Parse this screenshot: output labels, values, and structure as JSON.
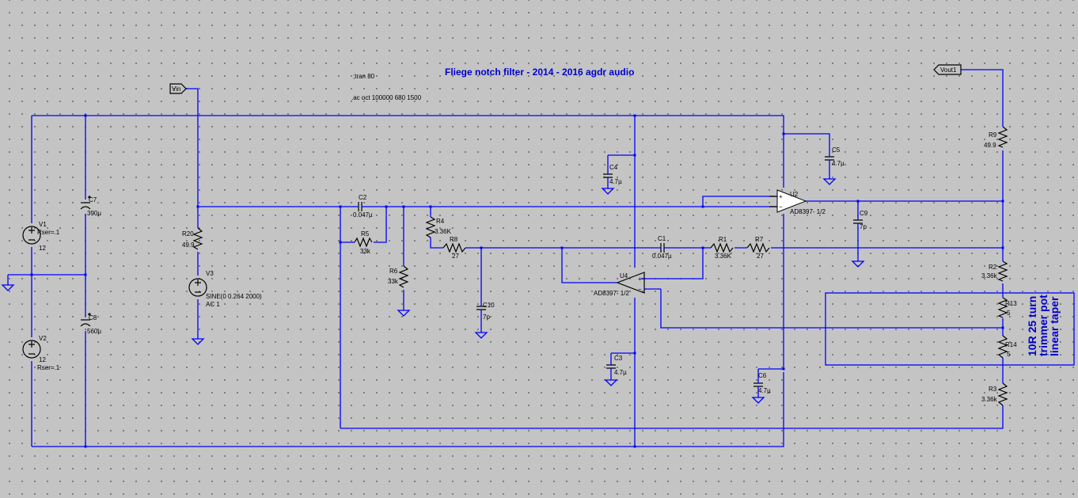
{
  "title": "Fliege notch filter - 2014 - 2016 agdr audio",
  "directives": {
    "tran": ";tran 80",
    "ac": ".ac oct 100000 680 1500"
  },
  "labels": {
    "vin": "Vin",
    "vout": "Vout1"
  },
  "note": [
    "10R 25 turn",
    "trimmer pot",
    "linear taper"
  ],
  "sources": {
    "v1": {
      "name": "V1",
      "param": "Rser=.1",
      "value": "12"
    },
    "v2": {
      "name": "V2",
      "value": "12",
      "param": "Rser=.1"
    },
    "v3": {
      "name": "V3",
      "value": "SINE(0 0.264 2000)",
      "ac": "AC 1"
    }
  },
  "resistors": {
    "r20": {
      "name": "R20",
      "value": "49.9"
    },
    "r5": {
      "name": "R5",
      "value": "33k"
    },
    "r6": {
      "name": "R6",
      "value": "33k"
    },
    "r4": {
      "name": "R4",
      "value": "3.36K"
    },
    "r8": {
      "name": "R8",
      "value": "27"
    },
    "r1": {
      "name": "R1",
      "value": "3.36K"
    },
    "r7": {
      "name": "R7",
      "value": "27"
    },
    "r9": {
      "name": "R9",
      "value": "49.9"
    },
    "r2": {
      "name": "R2",
      "value": "3.36k"
    },
    "r13": {
      "name": "R13",
      "value": "5"
    },
    "r14": {
      "name": "R14",
      "value": "5"
    },
    "r3": {
      "name": "R3",
      "value": "3.36k"
    }
  },
  "capacitors": {
    "c7": {
      "name": "C7",
      "value": "390µ"
    },
    "c8": {
      "name": "C8",
      "value": "560µ"
    },
    "c2": {
      "name": "C2",
      "value": "0.047µ"
    },
    "c1": {
      "name": "C1",
      "value": "0.047µ"
    },
    "c10": {
      "name": "C10",
      "value": "7p"
    },
    "c9": {
      "name": "C9",
      "value": "7p"
    },
    "c4": {
      "name": "C4",
      "value": "4.7µ"
    },
    "c3": {
      "name": "C3",
      "value": "4.7µ"
    },
    "c5": {
      "name": "C5",
      "value": "4.7µ"
    },
    "c6": {
      "name": "C6",
      "value": "4.7µ"
    }
  },
  "opamps": {
    "u2": {
      "name": "U2",
      "model": "AD8397- 1/2"
    },
    "u4": {
      "name": "U4",
      "model": "AD8397- 1/2"
    }
  }
}
